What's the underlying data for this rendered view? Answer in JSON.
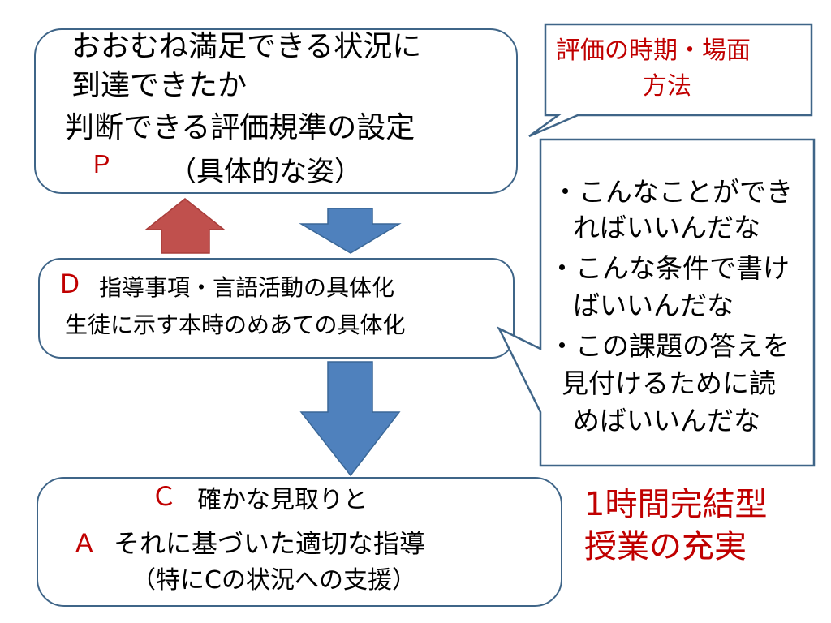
{
  "plan_box": {
    "lines": [
      "おおむね満足できる状況に",
      "到達できたか",
      "判断できる評価規準の設定"
    ],
    "letter": "Ｐ",
    "sub": "（具体的な姿）"
  },
  "callout_top": {
    "lines": [
      "評価の時期・場面",
      "方法"
    ]
  },
  "do_box": {
    "letter": "Ｄ",
    "lines": [
      "指導事項・言語活動の具体化",
      "生徒に示す本時のめあての具体化"
    ]
  },
  "callout_right": {
    "lines": [
      "・こんなことができ",
      "ればいいんだな",
      "・こんな条件で書け",
      "ばいいんだな",
      "・この課題の答えを",
      "見付けるために読",
      "めばいいんだな"
    ]
  },
  "check_box": {
    "letter_c": "Ｃ",
    "line1": "確かな見取りと",
    "letter_a": "Ａ",
    "line2": "それに基づいた適切な指導",
    "line3": "（特にCの状況への支援）"
  },
  "side_note": {
    "lines": [
      "1時間完結型",
      "授業の充実"
    ]
  },
  "colors": {
    "box_border": "#3f6588",
    "up_arrow": "#c0504d",
    "down_arrow": "#4f81bd",
    "accent_text": "#c00000"
  }
}
